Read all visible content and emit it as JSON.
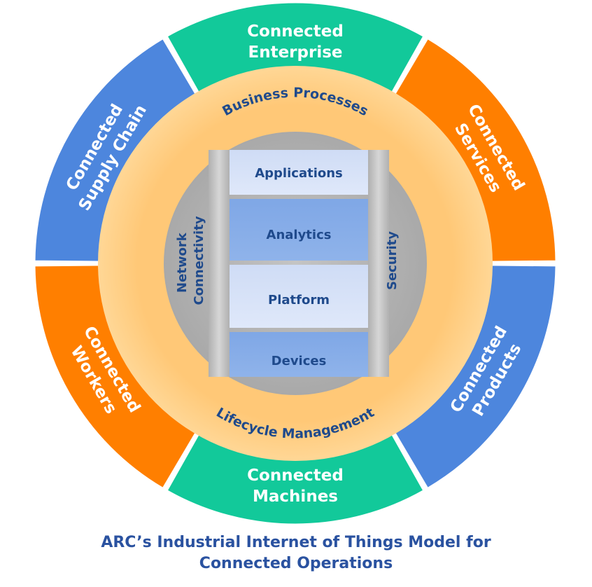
{
  "outer_ring": [
    {
      "id": "enterprise",
      "lines": [
        "Connected",
        "Enterprise"
      ],
      "color": "#12c99a"
    },
    {
      "id": "services",
      "lines": [
        "Connected",
        "Services"
      ],
      "color": "#ff7f00"
    },
    {
      "id": "products",
      "lines": [
        "Connected",
        "Products"
      ],
      "color": "#4d86dd"
    },
    {
      "id": "machines",
      "lines": [
        "Connected",
        "Machines"
      ],
      "color": "#12c99a"
    },
    {
      "id": "workers",
      "lines": [
        "Connected",
        "Workers"
      ],
      "color": "#ff7f00"
    },
    {
      "id": "supply-chain",
      "lines": [
        "Connected",
        "Supply Chain"
      ],
      "color": "#4d86dd"
    }
  ],
  "middle_ring": {
    "top_label": "Business Processes",
    "bottom_label": "Lifecycle Management",
    "color": "#ffca7a"
  },
  "inner": {
    "left_lines": [
      "Network",
      "Connectivity"
    ],
    "right_label": "Security",
    "layers": [
      "Applications",
      "Analytics",
      "Platform",
      "Devices"
    ]
  },
  "caption": {
    "line1": "ARC’s Industrial Internet of Things Model for",
    "line2": "Connected Operations"
  }
}
